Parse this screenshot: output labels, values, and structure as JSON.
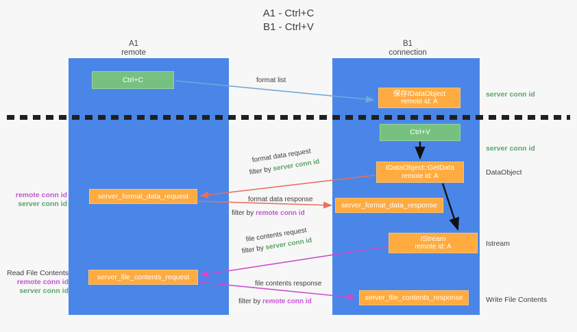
{
  "title": {
    "line1": "A1 - Ctrl+C",
    "line2": "B1 - Ctrl+V"
  },
  "lanes": [
    {
      "id": "a1",
      "name": "A1",
      "subtitle": "remote",
      "color": "#4a86e8"
    },
    {
      "id": "b1",
      "name": "B1",
      "subtitle": "connection",
      "color": "#4a86e8"
    }
  ],
  "colors": {
    "lane_blue": "#4a86e8",
    "green_node": "#77c180",
    "orange_node": "#ffab40",
    "server_conn_green": "#5aa469",
    "remote_conn_magenta": "#c455d4",
    "arrow_blue": "#6fa8dc",
    "arrow_red": "#e8705f",
    "arrow_magenta": "#cc4ccc",
    "arrow_black": "#111111",
    "background": "#f7f7f7"
  },
  "nodes": {
    "ctrl_c": {
      "label": "Ctrl+C",
      "style": "green"
    },
    "set_clipboard": {
      "line1": "保存IDataObject",
      "line2": "remote id: A",
      "style": "orange"
    },
    "ctrl_v": {
      "label": "Ctrl+V",
      "style": "green"
    },
    "get_data": {
      "line1": "IDataObject::GetData",
      "line2": "remote id: A",
      "style": "orange"
    },
    "istream": {
      "line1": "IStream",
      "line2": "remote id: A",
      "style": "orange"
    },
    "format_data_request": {
      "label": "server_format_data_request",
      "style": "orange"
    },
    "format_data_response": {
      "label": "server_format_data_response",
      "style": "orange"
    },
    "file_contents_request": {
      "label": "server_file_contents_request",
      "style": "orange"
    },
    "file_contents_response": {
      "label": "server_file_contents_response",
      "style": "orange"
    }
  },
  "connector_captions": {
    "format_list": "format list",
    "format_data_request": "format data request",
    "format_data_request_filter_prefix": "filter by ",
    "format_data_request_filter_value": "server conn id",
    "format_data_response": "format data response",
    "format_data_response_filter_prefix": "filter by ",
    "format_data_response_filter_value": "remote conn id",
    "file_contents_request": "file contents request",
    "file_contents_request_filter_prefix": "filter by ",
    "file_contents_request_filter_value": "server conn id",
    "file_contents_response": "file contents response",
    "file_contents_response_filter_prefix": "filter by ",
    "file_contents_response_filter_value": "remote conn id"
  },
  "right_labels": {
    "server_conn_id_top": "server conn id",
    "server_conn_id_second": "server conn id",
    "data_object": "DataObject",
    "istream": "Istream",
    "write_file_contents": "Write File Contents"
  },
  "left_labels": {
    "remote_conn_id_1": "remote conn id",
    "server_conn_id_1": "server conn id",
    "read_file_contents": "Read File Contents",
    "remote_conn_id_2": "remote conn id",
    "server_conn_id_2": "server conn id"
  }
}
